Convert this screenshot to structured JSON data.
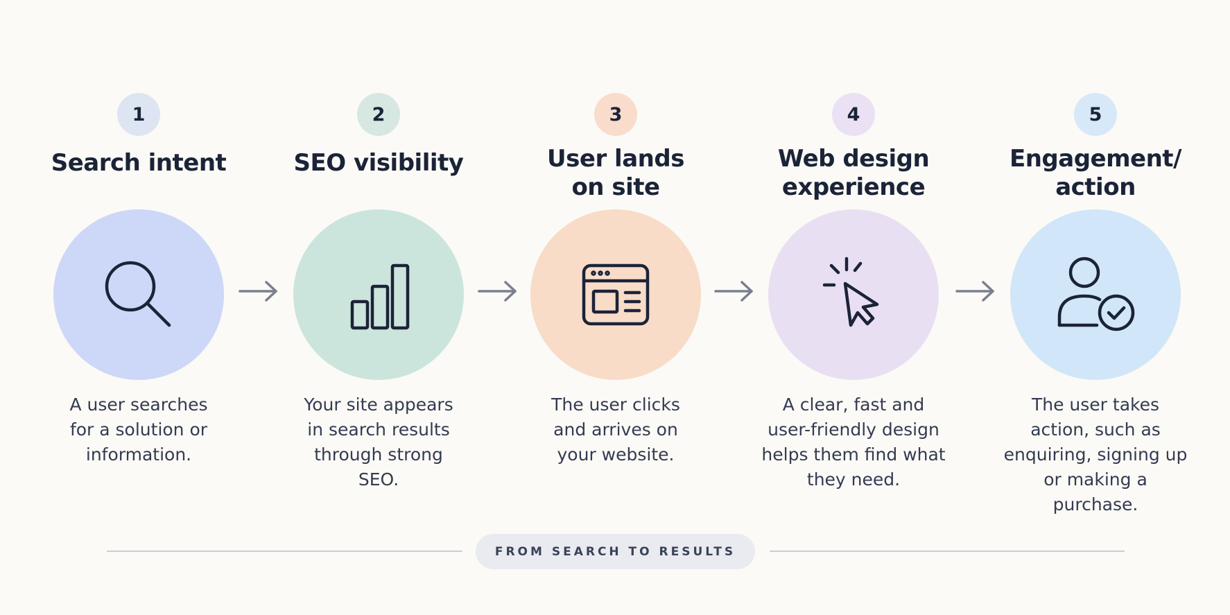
{
  "colors": {
    "background": "#fbfaf6",
    "text": "#1b2338",
    "icon_stroke": "#1b2338",
    "arrow": "#7a7f8e"
  },
  "steps": [
    {
      "number": "1",
      "title_lines": [
        "Search intent"
      ],
      "description_lines": [
        "A user searches",
        "for a solution or",
        "information."
      ],
      "icon": "search-icon",
      "badge_color": "#dde5f2",
      "circle_color": "#cdd7f7"
    },
    {
      "number": "2",
      "title_lines": [
        "SEO visibility"
      ],
      "description_lines": [
        "Your site appears",
        "in search results",
        "through strong",
        "SEO."
      ],
      "icon": "bar-chart-icon",
      "badge_color": "#d7e7e1",
      "circle_color": "#cce5dc"
    },
    {
      "number": "3",
      "title_lines": [
        "User lands",
        "on site"
      ],
      "description_lines": [
        "The user clicks",
        "and arrives on",
        "your website."
      ],
      "icon": "browser-window-icon",
      "badge_color": "#f9dccb",
      "circle_color": "#f8dcc8"
    },
    {
      "number": "4",
      "title_lines": [
        "Web design",
        "experience"
      ],
      "description_lines": [
        "A clear, fast and",
        "user-friendly design",
        "helps them find what",
        "they need."
      ],
      "icon": "cursor-click-icon",
      "badge_color": "#ebe1f4",
      "circle_color": "#e9dff3"
    },
    {
      "number": "5",
      "title_lines": [
        "Engagement/",
        "action"
      ],
      "description_lines": [
        "The user takes",
        "action, such as",
        "enquiring, signing up",
        "or making a purchase."
      ],
      "icon": "user-check-icon",
      "badge_color": "#d7e8f8",
      "circle_color": "#d1e6f8"
    }
  ],
  "arrows": [
    "arrow-right-icon",
    "arrow-right-icon",
    "arrow-right-icon",
    "arrow-right-icon"
  ],
  "footer": {
    "label": "FROM SEARCH TO RESULTS"
  }
}
